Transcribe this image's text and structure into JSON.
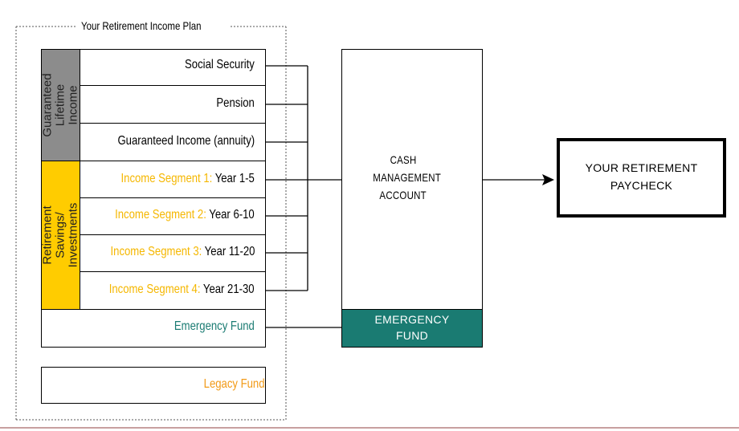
{
  "plan_title": "Your Retirement Income Plan",
  "side_labels": {
    "guaranteed": "Guaranteed Lifetime Income",
    "savings": "Retirement Savings/ Investments"
  },
  "rows": {
    "social_security": "Social Security",
    "pension": "Pension",
    "annuity": "Guaranteed Income (annuity)",
    "seg1_label": "Income Segment 1:",
    "seg1_years": "Year 1-5",
    "seg2_label": "Income Segment 2:",
    "seg2_years": "Year 6-10",
    "seg3_label": "Income Segment 3:",
    "seg3_years": "Year 11-20",
    "seg4_label": "Income Segment 4:",
    "seg4_years": "Year 21-30",
    "emergency": "Emergency Fund",
    "legacy": "Legacy Fund"
  },
  "cash_account": {
    "line1": "CASH",
    "line2": "MANAGEMENT",
    "line3": "ACCOUNT",
    "emergency_line1": "EMERGENCY",
    "emergency_line2": "FUND"
  },
  "paycheck": {
    "line1": "YOUR RETIREMENT",
    "line2": "PAYCHECK"
  },
  "colors": {
    "gray_band": "#8c8c8c",
    "gold_band": "#ffcc00",
    "segment_text": "#f5b700",
    "teal": "#1a7b72",
    "legacy_text": "#f29a16",
    "bottom_rule": "#c8a0a0"
  }
}
